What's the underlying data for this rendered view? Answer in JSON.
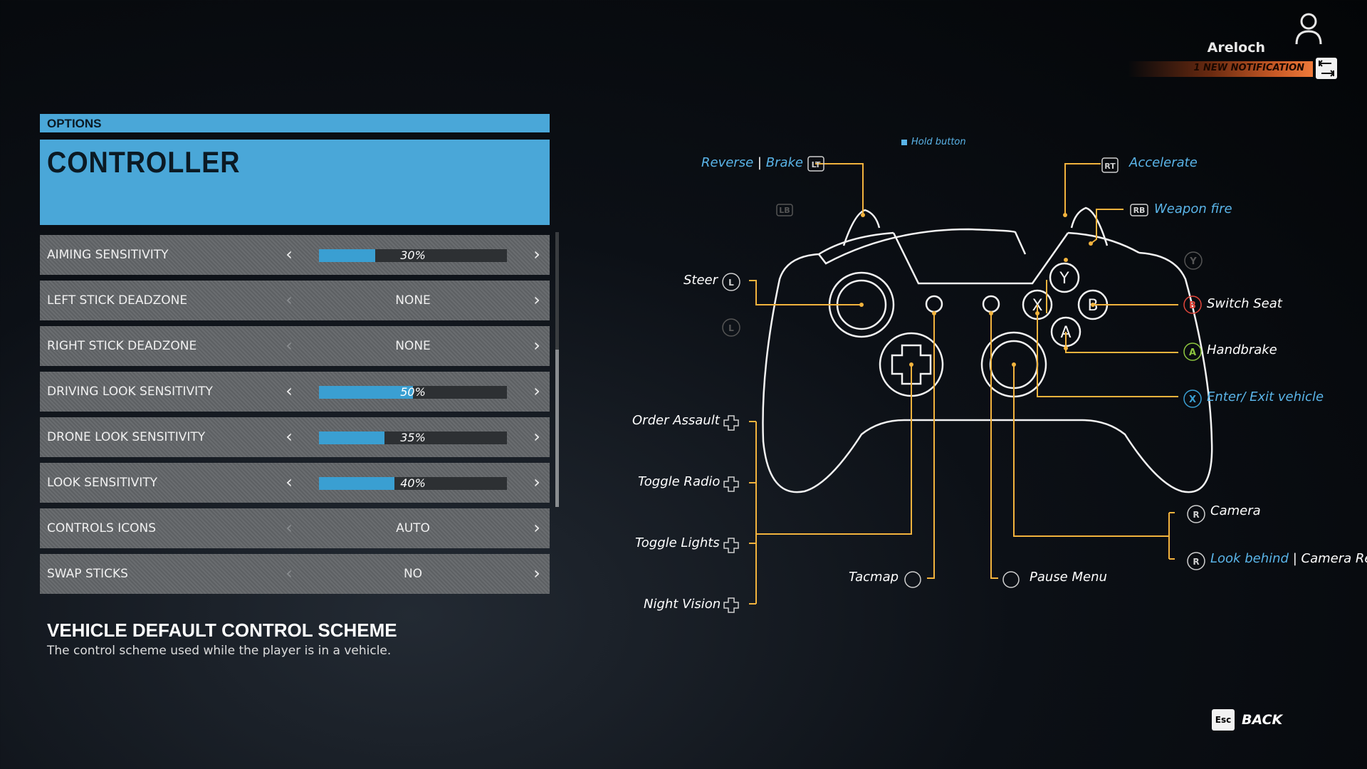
{
  "profile": {
    "name": "Areloch",
    "notification": "1 NEW NOTIFICATION",
    "avatar_icon": "user-icon",
    "notif_icon": "notification-toggle-icon"
  },
  "header": {
    "section": "OPTIONS",
    "title": "CONTROLLER"
  },
  "settings": [
    {
      "label": "AIMING SENSITIVITY",
      "type": "slider",
      "value": "30%",
      "fraction": 0.3,
      "left_enabled": true
    },
    {
      "label": "LEFT STICK DEADZONE",
      "type": "choice",
      "value": "NONE",
      "left_enabled": false
    },
    {
      "label": "RIGHT STICK DEADZONE",
      "type": "choice",
      "value": "NONE",
      "left_enabled": false
    },
    {
      "label": "DRIVING LOOK SENSITIVITY",
      "type": "slider",
      "value": "50%",
      "fraction": 0.5,
      "left_enabled": true
    },
    {
      "label": "DRONE LOOK SENSITIVITY",
      "type": "slider",
      "value": "35%",
      "fraction": 0.35,
      "left_enabled": true
    },
    {
      "label": "LOOK SENSITIVITY",
      "type": "slider",
      "value": "40%",
      "fraction": 0.4,
      "left_enabled": true
    },
    {
      "label": "CONTROLS ICONS",
      "type": "choice",
      "value": "AUTO",
      "left_enabled": false
    },
    {
      "label": "SWAP STICKS",
      "type": "choice",
      "value": "NO",
      "left_enabled": false
    }
  ],
  "description": {
    "title": "VEHICLE DEFAULT CONTROL SCHEME",
    "text": "The control scheme used while the player is in a vehicle."
  },
  "controller": {
    "hold_note": "Hold button",
    "bindings": {
      "reverse": "Reverse",
      "brake": "Brake",
      "accelerate": "Accelerate",
      "weapon_fire": "Weapon fire",
      "steer": "Steer",
      "switch_seat": "Switch Seat",
      "handbrake": "Handbrake",
      "enter_exit": "Enter/ Exit vehicle",
      "order_assault": "Order Assault",
      "toggle_radio": "Toggle Radio",
      "toggle_lights": "Toggle Lights",
      "night_vision": "Night Vision",
      "tacmap": "Tacmap",
      "pause_menu": "Pause Menu",
      "camera": "Camera",
      "look_behind": "Look behind",
      "camera_reset": "Camera Reset"
    },
    "button_glyphs": {
      "lt": "LT",
      "rt": "RT",
      "lb": "LB",
      "rb": "RB",
      "y": "Y",
      "x": "X",
      "b": "B",
      "a": "A",
      "l": "L",
      "r": "R"
    },
    "colors": {
      "accent": "#f2b33d",
      "blue": "#5ab4e8",
      "b_button": "#e2463b",
      "a_button": "#8dc63f",
      "x_button": "#3a9fd2"
    }
  },
  "footer": {
    "esc_key": "Esc",
    "back_label": "BACK"
  }
}
